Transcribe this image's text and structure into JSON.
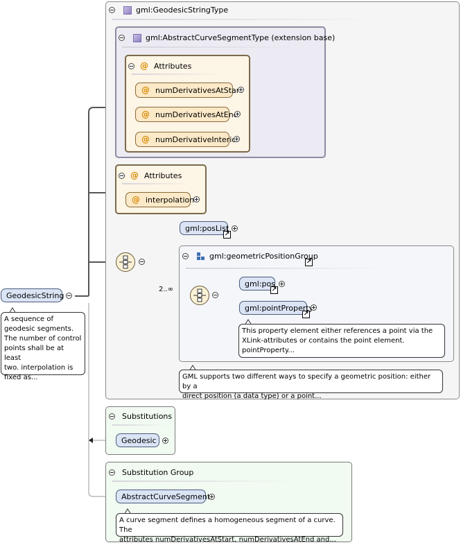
{
  "root": {
    "label": "GeodesicString",
    "note": [
      "A sequence of",
      "geodesic segments.",
      "The number of control",
      "points shall be at least",
      "two. interpolation is",
      "fixed as..."
    ]
  },
  "main_type": {
    "title": "gml:GeodesicStringType"
  },
  "ext_base": {
    "title": "gml:AbstractCurveSegmentType (extension base)"
  },
  "inner_attributes": {
    "title": "Attributes",
    "items": [
      "numDerivativesAtStart",
      "numDerivativesAtEnd",
      "numDerivativeInterior"
    ]
  },
  "own_attributes": {
    "title": "Attributes",
    "items": [
      "interpolation"
    ]
  },
  "choice": {
    "pos_list": "gml:posList",
    "group_title": "gml:geometricPositionGroup",
    "pos": "gml:pos",
    "point_property": "gml:pointProperty",
    "cardinality": "2..∞",
    "point_note": [
      "This property element either references a point via the",
      "XLink-attributes or contains the point element.",
      "pointProperty..."
    ],
    "group_note": [
      "GML supports two different ways to specify a geometric position: either by a",
      "direct position (a data type) or a point..."
    ]
  },
  "substitutions": {
    "title": "Substitutions",
    "item": "Geodesic"
  },
  "substitution_group": {
    "title": "Substitution Group",
    "item": "AbstractCurveSegment",
    "note": [
      "A curve segment defines a homogeneous segment of a curve. The",
      "attributes numDerivativesAtStart, numDerivativesAtEnd and..."
    ]
  },
  "icons": {
    "collapse": "collapse-toggle-icon",
    "expand": "expand-toggle-icon",
    "type": "complex-type-icon",
    "attribute": "attribute-icon",
    "group": "model-group-icon",
    "link": "link-arrow-icon",
    "sequence": "sequence-compositor-icon"
  }
}
